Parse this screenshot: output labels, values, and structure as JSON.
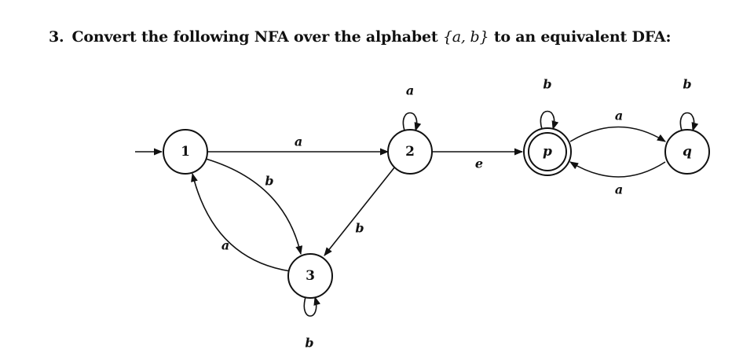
{
  "question": {
    "number": "3.",
    "text_before": "Convert the following NFA over the alphabet",
    "alphabet": "{a, b}",
    "text_after": "to an equivalent DFA:"
  },
  "states": {
    "s1": "1",
    "s2": "2",
    "s3": "3",
    "p": "p",
    "q": "q"
  },
  "transitions": {
    "t_1_2": "a",
    "t_1_3": "b",
    "t_3_1": "a",
    "t_2_3": "b",
    "t_2_p": "e",
    "t_p_q": "a",
    "t_q_p": "a",
    "loop_2": "a",
    "loop_3": "b",
    "loop_p": "b",
    "loop_q": "b"
  },
  "start_state": "1",
  "accepting_states": [
    "p"
  ]
}
